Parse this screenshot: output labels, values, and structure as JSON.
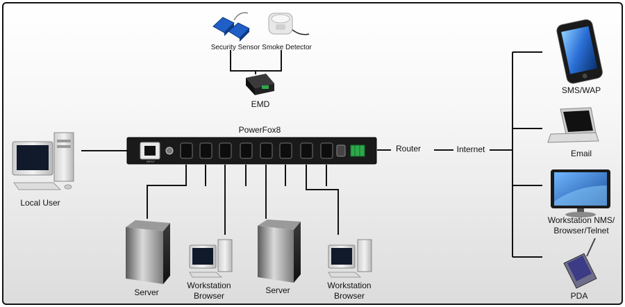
{
  "labels": {
    "security_sensor": "Security Sensor",
    "smoke_detector": "Smoke Detector",
    "emd": "EMD",
    "powerfox8": "PowerFox8",
    "local_user": "Local User",
    "router": "Router",
    "internet": "Internet",
    "sms_wap": "SMS/WAP",
    "email": "Email",
    "workstation_nms_1": "Workstation NMS/",
    "workstation_nms_2": "Browser/Telnet",
    "pda": "PDA",
    "server": "Server",
    "workstation": "Workstation",
    "browser": "Browser"
  },
  "device_face": {
    "input": "INPUT"
  },
  "colors": {
    "line": "#111111",
    "pdu_body": "#1a1a1a",
    "terminal_block": "#2ea84a",
    "monitor_screen": "#2f7fd8"
  }
}
